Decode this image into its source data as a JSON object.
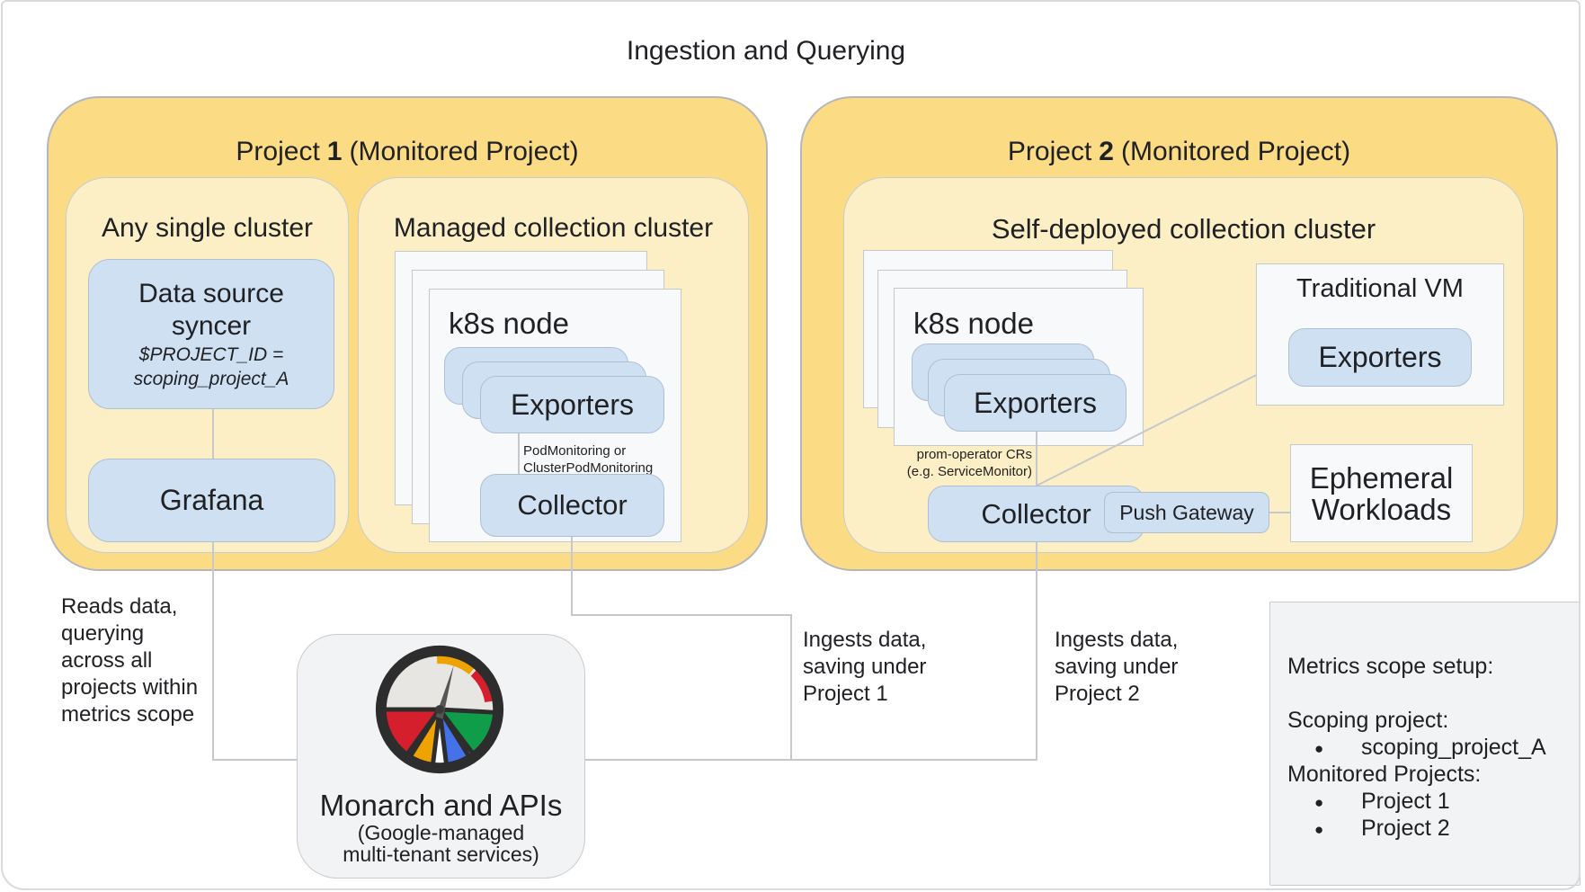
{
  "title": "Ingestion and Querying",
  "colors": {
    "gold": "#FBDC84",
    "gold_border": "#B3B6BC",
    "cream": "#FDEFC5",
    "cream_border": "#C8CBD0",
    "blue": "#CFE0F2",
    "blue_border": "#AEBFD4",
    "card": "#F7F9FB",
    "card_border": "#C6C8CB",
    "panel": "#F2F3F4",
    "panel_border": "#C9CBCE",
    "line": "#C6C8CB",
    "logo_ring": "#2D2D2D",
    "logo_face": "#E7E6E3",
    "logo_red": "#D51F2C",
    "logo_yellow": "#EFA300",
    "logo_blue": "#4472E8",
    "logo_green": "#0F9D4A"
  },
  "project1": {
    "header_prefix": "Project",
    "header_num": "1",
    "header_suffix": "(Monitored Project)",
    "any_single_cluster": {
      "label": "Any single cluster",
      "data_source_syncer": {
        "line1": "Data source",
        "line2": "syncer",
        "sub1": "$PROJECT_ID =",
        "sub2": "scoping_project_A"
      },
      "grafana": "Grafana"
    },
    "managed_cluster": {
      "label": "Managed collection cluster",
      "k8s_node": "k8s node",
      "exporters": "Exporters",
      "note_line1": "PodMonitoring or",
      "note_line2": "ClusterPodMonitoring",
      "collector": "Collector"
    }
  },
  "project2": {
    "header_prefix": "Project",
    "header_num": "2",
    "header_suffix": "(Monitored Project)",
    "self_deployed_cluster": {
      "label": "Self-deployed collection cluster",
      "k8s_node": "k8s node",
      "exporters": "Exporters",
      "note_line1": "prom-operator CRs",
      "note_line2": "(e.g. ServiceMonitor)",
      "collector": "Collector",
      "push_gateway": "Push Gateway"
    },
    "traditional_vm": {
      "label": "Traditional VM",
      "exporters": "Exporters"
    },
    "ephemeral": {
      "line1": "Ephemeral",
      "line2": "Workloads"
    }
  },
  "monarch": {
    "title": "Monarch and APIs",
    "sub1": "(Google-managed",
    "sub2": "multi-tenant services)",
    "logo_icon": "monarch-gauge-logo"
  },
  "annotations": {
    "reads": [
      "Reads data,",
      "querying",
      "across all",
      "projects within",
      "metrics scope"
    ],
    "ingest1": [
      "Ingests data,",
      "saving under",
      "Project 1"
    ],
    "ingest2": [
      "Ingests data,",
      "saving under",
      "Project 2"
    ]
  },
  "metrics_scope": {
    "title": "Metrics scope setup:",
    "scoping_label": "Scoping project:",
    "scoping_value": "scoping_project_A",
    "monitored_label": "Monitored Projects:",
    "monitored_1": "Project 1",
    "monitored_2": "Project 2",
    "bullet": "●"
  }
}
